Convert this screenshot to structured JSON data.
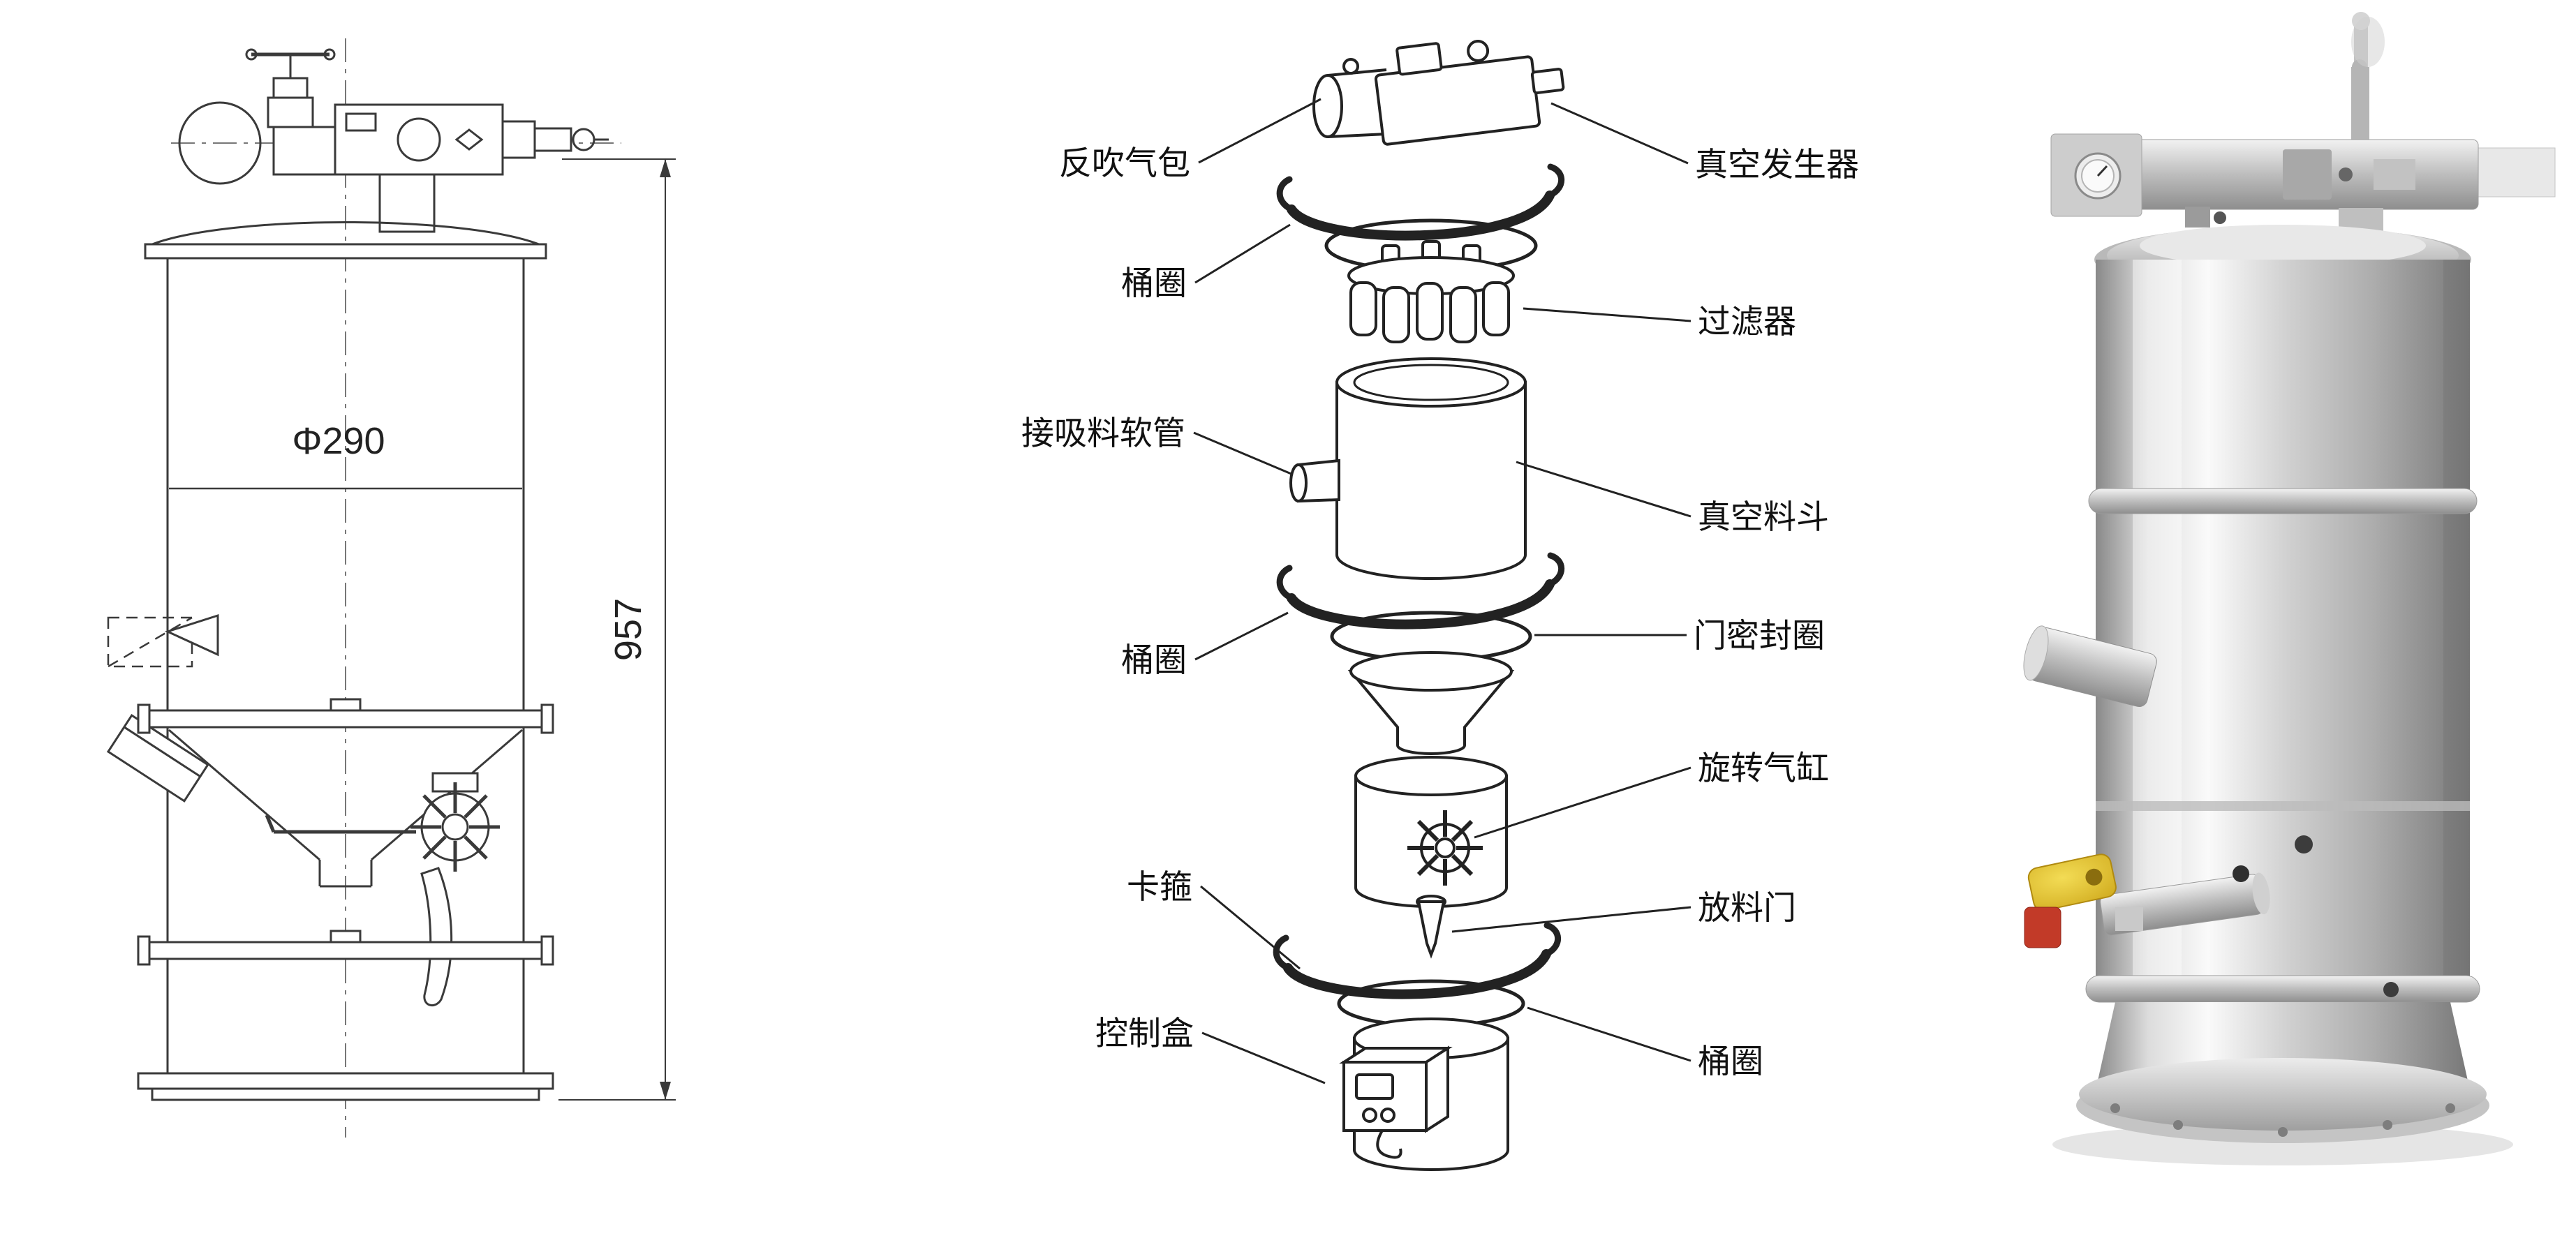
{
  "technical_drawing": {
    "diameter_label": "Φ290",
    "height_label": "957"
  },
  "exploded_view": {
    "left_labels": [
      {
        "text": "反吹气包"
      },
      {
        "text": "桶圈"
      },
      {
        "text": "接吸料软管"
      },
      {
        "text": "桶圈"
      },
      {
        "text": "卡箍"
      },
      {
        "text": "控制盒"
      }
    ],
    "right_labels": [
      {
        "text": "真空发生器"
      },
      {
        "text": "过滤器"
      },
      {
        "text": "真空料斗"
      },
      {
        "text": "门密封圈"
      },
      {
        "text": "旋转气缸"
      },
      {
        "text": "放料门"
      },
      {
        "text": "桶圈"
      }
    ]
  },
  "colors": {
    "line_color": "#3a3a3a",
    "label_color": "#111111",
    "steel_highlight": "#fafafa",
    "steel_shadow": "#777777",
    "valve_yellow": "#e3c235",
    "valve_red": "#c23a28"
  }
}
